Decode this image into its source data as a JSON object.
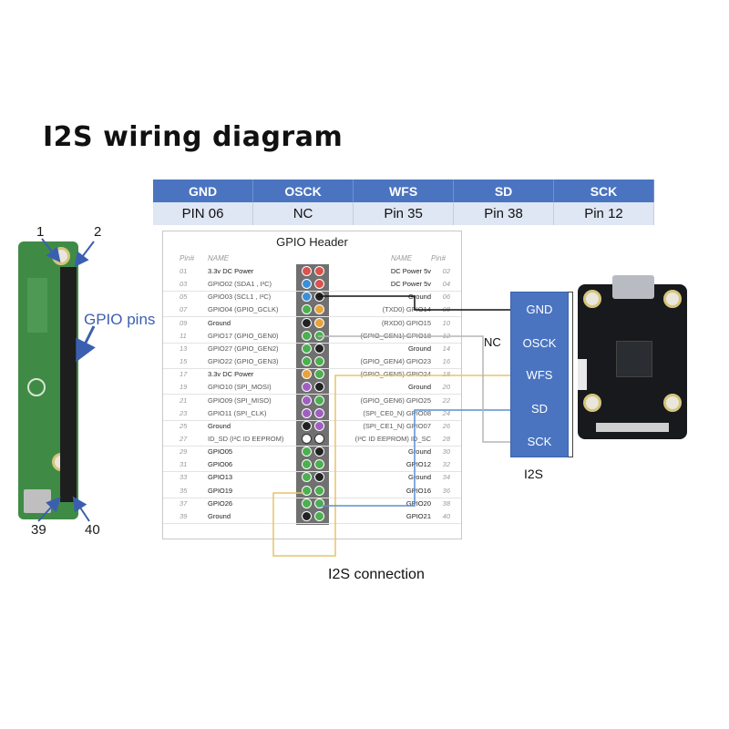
{
  "title": "I2S wiring diagram",
  "pin_table": {
    "headers": [
      "GND",
      "OSCK",
      "WFS",
      "SD",
      "SCK"
    ],
    "values": [
      "PIN 06",
      "NC",
      "Pin 35",
      "Pin 38",
      "Pin 12"
    ]
  },
  "gpio_header": {
    "title": "GPIO Header",
    "col_pin": "Pin#",
    "col_name": "NAME",
    "rows": [
      {
        "l_pin": "01",
        "l_name": "3.3v DC Power",
        "r_name": "DC Power 5v",
        "r_pin": "02"
      },
      {
        "l_pin": "03",
        "l_name": "GPIO02 (SDA1 , I²C)",
        "r_name": "DC Power 5v",
        "r_pin": "04"
      },
      {
        "l_pin": "05",
        "l_name": "GPIO03 (SCL1 , I²C)",
        "r_name": "Ground",
        "r_pin": "06"
      },
      {
        "l_pin": "07",
        "l_name": "GPIO04 (GPIO_GCLK)",
        "r_name": "(TXD0) GPIO14",
        "r_pin": "08"
      },
      {
        "l_pin": "09",
        "l_name": "Ground",
        "r_name": "(RXD0) GPIO15",
        "r_pin": "10"
      },
      {
        "l_pin": "11",
        "l_name": "GPIO17 (GPIO_GEN0)",
        "r_name": "(GPIO_GEN1) GPIO18",
        "r_pin": "12"
      },
      {
        "l_pin": "13",
        "l_name": "GPIO27 (GPIO_GEN2)",
        "r_name": "Ground",
        "r_pin": "14"
      },
      {
        "l_pin": "15",
        "l_name": "GPIO22 (GPIO_GEN3)",
        "r_name": "(GPIO_GEN4) GPIO23",
        "r_pin": "16"
      },
      {
        "l_pin": "17",
        "l_name": "3.3v DC Power",
        "r_name": "(GPIO_GEN5) GPIO24",
        "r_pin": "18"
      },
      {
        "l_pin": "19",
        "l_name": "GPIO10 (SPI_MOSI)",
        "r_name": "Ground",
        "r_pin": "20"
      },
      {
        "l_pin": "21",
        "l_name": "GPIO09 (SPI_MISO)",
        "r_name": "(GPIO_GEN6) GPIO25",
        "r_pin": "22"
      },
      {
        "l_pin": "23",
        "l_name": "GPIO11 (SPI_CLK)",
        "r_name": "(SPI_CE0_N) GPIO08",
        "r_pin": "24"
      },
      {
        "l_pin": "25",
        "l_name": "Ground",
        "r_name": "(SPI_CE1_N) GPIO07",
        "r_pin": "26"
      },
      {
        "l_pin": "27",
        "l_name": "ID_SD (I²C ID EEPROM)",
        "r_name": "(I²C ID EEPROM) ID_SC",
        "r_pin": "28"
      },
      {
        "l_pin": "29",
        "l_name": "GPIO05",
        "r_name": "Ground",
        "r_pin": "30"
      },
      {
        "l_pin": "31",
        "l_name": "GPIO06",
        "r_name": "GPIO12",
        "r_pin": "32"
      },
      {
        "l_pin": "33",
        "l_name": "GPIO13",
        "r_name": "Ground",
        "r_pin": "34"
      },
      {
        "l_pin": "35",
        "l_name": "GPIO19",
        "r_name": "GPIO16",
        "r_pin": "36"
      },
      {
        "l_pin": "37",
        "l_name": "GPIO26",
        "r_name": "GPIO20",
        "r_pin": "38"
      },
      {
        "l_pin": "39",
        "l_name": "Ground",
        "r_name": "GPIO21",
        "r_pin": "40"
      }
    ],
    "pin_colors_left": [
      "#d9534f",
      "#3a8fd6",
      "#3a8fd6",
      "#4caf50",
      "#222222",
      "#4caf50",
      "#4caf50",
      "#4caf50",
      "#e8a33c",
      "#a05fc0",
      "#a05fc0",
      "#a05fc0",
      "#222222",
      "#ffffff",
      "#4caf50",
      "#4caf50",
      "#4caf50",
      "#4caf50",
      "#4caf50",
      "#222222"
    ],
    "pin_colors_right": [
      "#d9534f",
      "#d9534f",
      "#222222",
      "#e8a33c",
      "#e8a33c",
      "#4caf50",
      "#222222",
      "#4caf50",
      "#4caf50",
      "#222222",
      "#4caf50",
      "#a05fc0",
      "#a05fc0",
      "#ffffff",
      "#222222",
      "#4caf50",
      "#222222",
      "#4caf50",
      "#4caf50",
      "#4caf50"
    ]
  },
  "rpi": {
    "label_pin1": "1",
    "label_pin2": "2",
    "label_pin39": "39",
    "label_pin40": "40",
    "gpio_pins_label": "GPIO pins"
  },
  "i2s_module": {
    "labels": [
      "GND",
      "OSCK",
      "WFS",
      "SD",
      "SCK"
    ],
    "name": "I2S",
    "nc_label": "NC"
  },
  "connection_label": "I2S connection",
  "colors": {
    "header_blue": "#4a74c0",
    "row_light": "#dfe6f4",
    "wire_gnd": "#111111",
    "wire_wfs": "#e6c36b",
    "wire_sd": "#5b8fd0",
    "wire_sck": "#b5b5b5",
    "board_green": "#3f8b46"
  }
}
